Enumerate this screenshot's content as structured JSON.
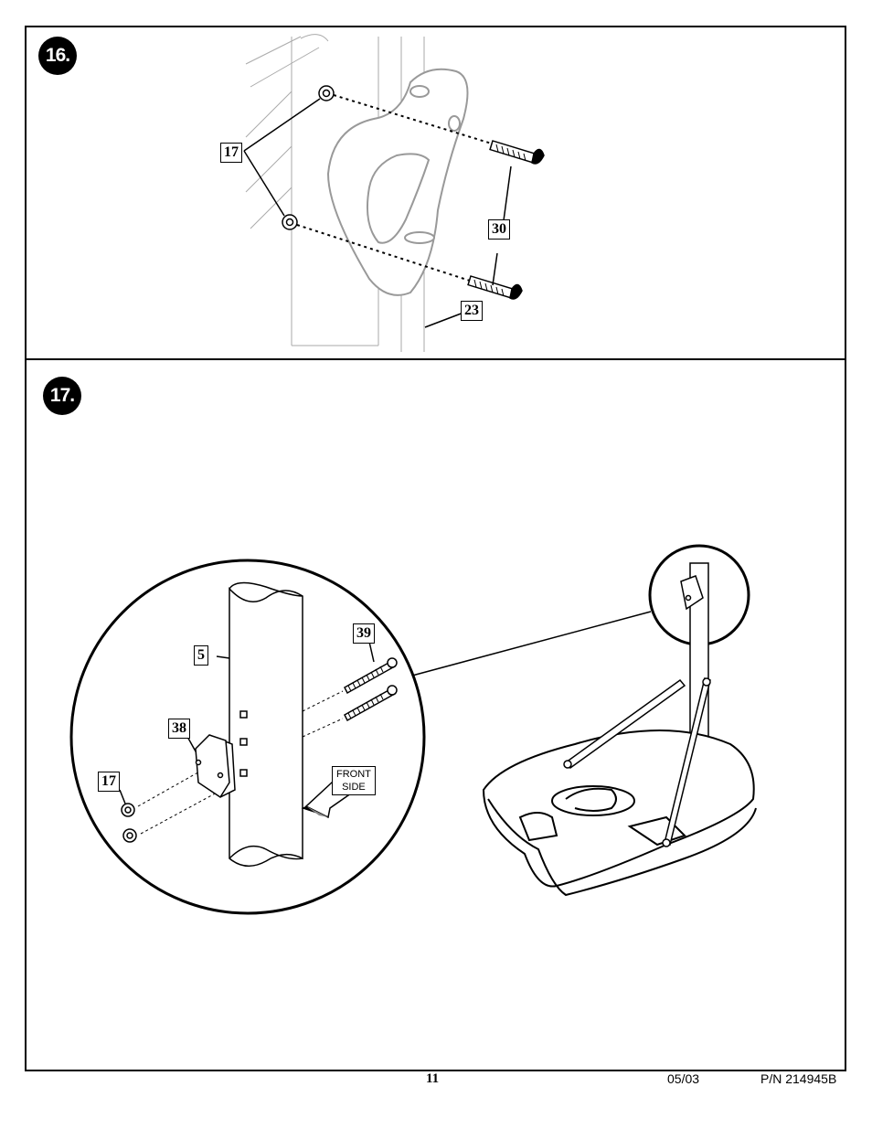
{
  "step16": {
    "number": "16.",
    "callouts": {
      "nut": "17",
      "bolt": "30",
      "bracket": "23"
    }
  },
  "step17": {
    "number": "17.",
    "callouts": {
      "pole": "5",
      "bolt": "39",
      "bracket": "38",
      "nut": "17"
    },
    "front_side": {
      "line1": "FRONT",
      "line2": "SIDE"
    }
  },
  "footer": {
    "page_number": "11",
    "date": "05/03",
    "part_number": "P/N 214945B"
  }
}
